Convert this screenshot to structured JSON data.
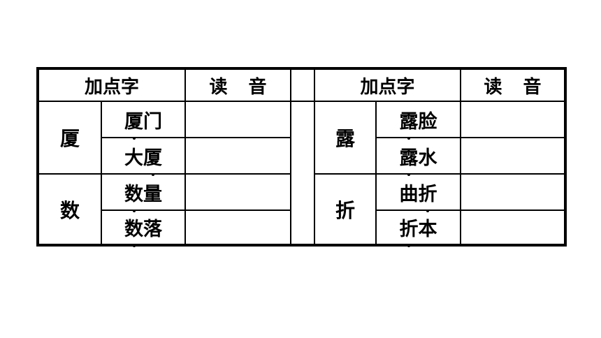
{
  "table": {
    "header_left": {
      "chars": "加点字",
      "reading": "读音"
    },
    "header_right": {
      "chars": "加点字",
      "reading": "读音"
    },
    "left_groups": [
      {
        "char": "厦",
        "words": [
          {
            "text": "厦门",
            "dot_index": 0
          },
          {
            "text": "大厦",
            "dot_index": 1
          }
        ]
      },
      {
        "char": "数",
        "words": [
          {
            "text": "数量",
            "dot_index": 0
          },
          {
            "text": "数落",
            "dot_index": 0
          }
        ]
      }
    ],
    "right_groups": [
      {
        "char": "露",
        "words": [
          {
            "text": "露脸",
            "dot_index": 0
          },
          {
            "text": "露水",
            "dot_index": 0
          }
        ]
      },
      {
        "char": "折",
        "words": [
          {
            "text": "曲折",
            "dot_index": 1
          },
          {
            "text": "折本",
            "dot_index": 0
          }
        ]
      }
    ]
  }
}
